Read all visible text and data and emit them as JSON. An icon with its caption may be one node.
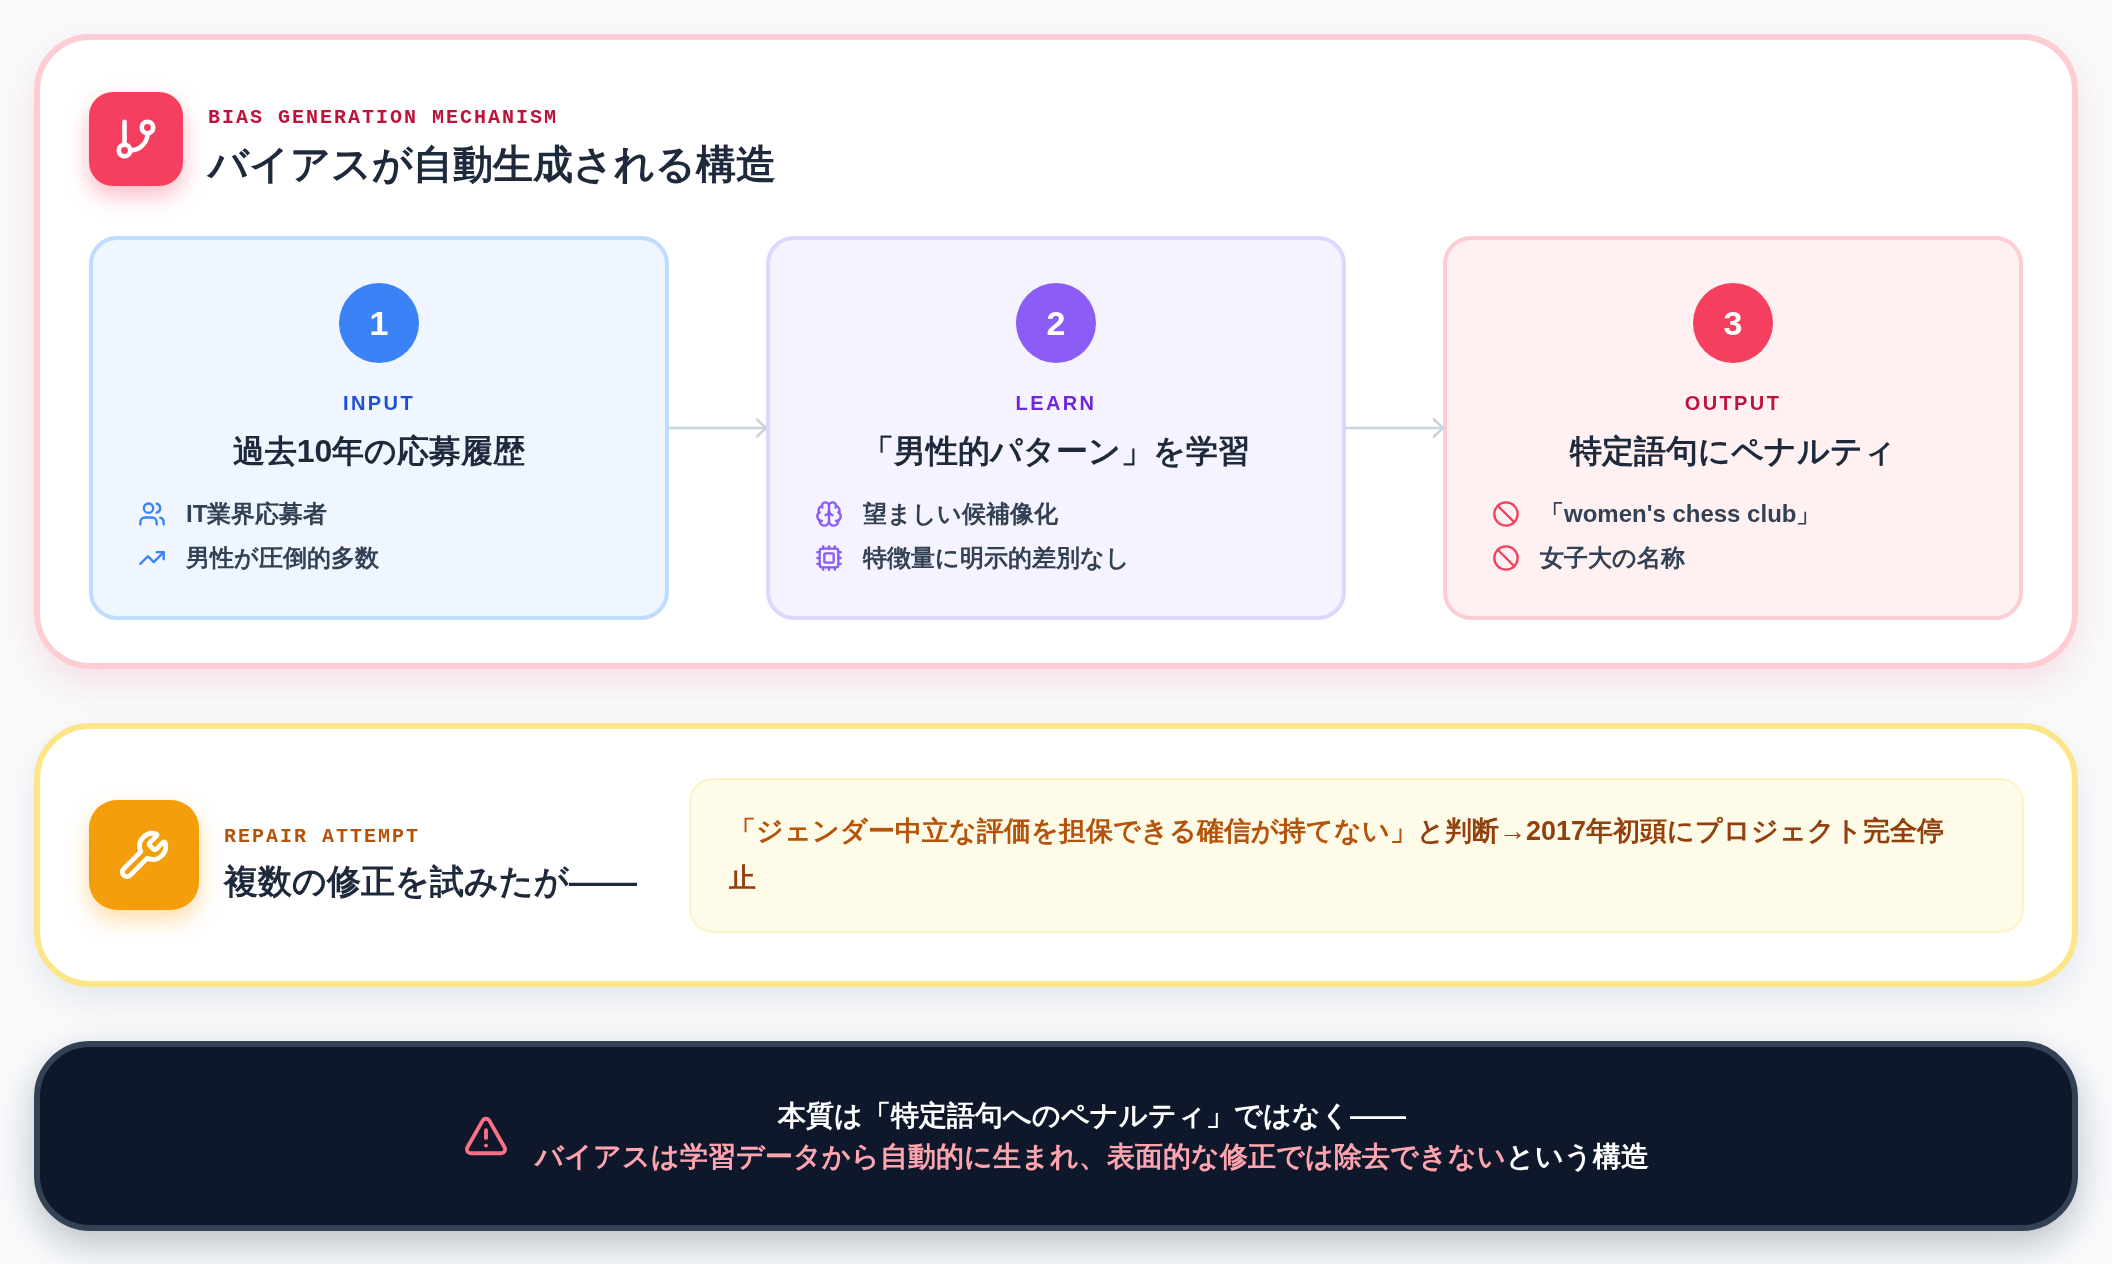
{
  "diagram": {
    "nodes": [
      {
        "text": [
          "BIAS GENERATION MECHANISM",
          "バイアスが自動生成される構造"
        ]
      },
      {
        "text": [
          "INPUT",
          "過去10年の応募履歴",
          "IT業界応募者",
          "男性が圧倒的多数"
        ],
        "in": 0
      },
      {
        "text": [
          "1"
        ],
        "in": 1
      },
      {
        "text": [
          "LEARN",
          "「男性的パターン」を学習",
          "望ましい候補像化",
          "特徴量に明示的差別なし"
        ],
        "in": 0
      },
      {
        "text": [
          "2"
        ],
        "in": 3
      },
      {
        "text": [
          "OUTPUT",
          "特定語句にペナルティ",
          "「women's chess club」",
          "女子大の名称"
        ],
        "in": 0
      },
      {
        "text": [
          "3"
        ],
        "in": 5
      },
      {
        "text": [
          "REPAIR ATTEMPT",
          "複数の修正を試みたが——"
        ]
      },
      {
        "text": [
          "**「ジェンダー中立な評価を担保できる確信が持てない」**と判断→2017年初頭にプロジェクト完全停止"
        ],
        "in": 7
      },
      {
        "text": [
          "本質は「特定語句へのペナルティ」ではなく——",
          "**バイアスは学習データから自動的に生まれ、表面的な修正では除去できない**という構造"
        ]
      }
    ],
    "edges": [
      {
        "from": 1,
        "to": 3,
        "arrow": "to"
      },
      {
        "from": 3,
        "to": 5,
        "arrow": "to"
      }
    ]
  }
}
